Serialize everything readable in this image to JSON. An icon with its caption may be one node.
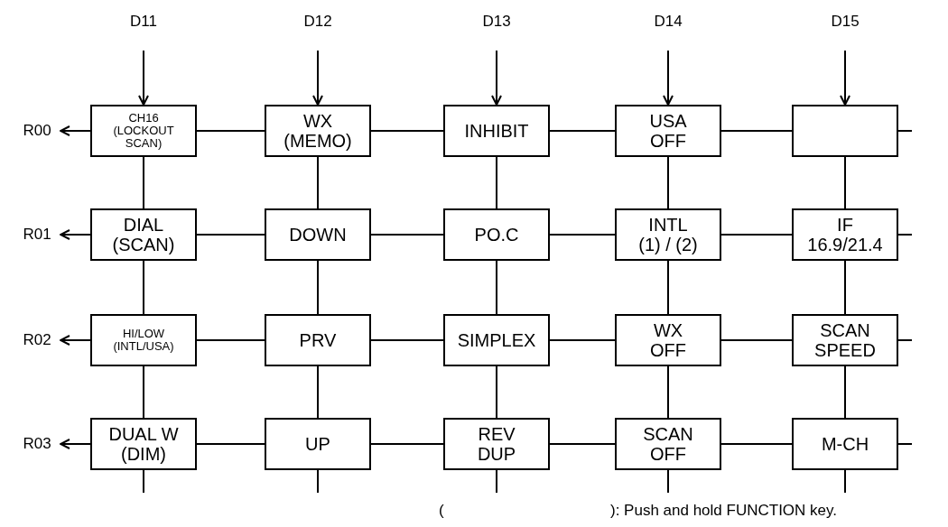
{
  "diagram": {
    "nodes": [
      {
        "text": [
          "D11"
        ]
      },
      {
        "text": [
          "D12"
        ]
      },
      {
        "text": [
          "D13"
        ]
      },
      {
        "text": [
          "D14"
        ]
      },
      {
        "text": [
          "D15"
        ]
      },
      {
        "text": [
          "R00"
        ]
      },
      {
        "text": [
          "R01"
        ]
      },
      {
        "text": [
          "R02"
        ]
      },
      {
        "text": [
          "R03"
        ]
      },
      {
        "text": [
          "CH16 (LOCKOUT SCAN)"
        ]
      },
      {
        "text": [
          "WX (MEMO)"
        ]
      },
      {
        "text": [
          "INHIBIT"
        ]
      },
      {
        "text": [
          "USA OFF"
        ]
      },
      {
        "text": [],
        "shape": "box"
      },
      {
        "text": [
          "DIAL (SCAN)"
        ]
      },
      {
        "text": [
          "DOWN"
        ]
      },
      {
        "text": [
          "PO.C"
        ]
      },
      {
        "text": [
          "INTL (1) / (2)"
        ]
      },
      {
        "text": [
          "IF 16.9/21.4"
        ]
      },
      {
        "text": [
          "HI/LOW (INTL/USA)"
        ]
      },
      {
        "text": [
          "PRV"
        ]
      },
      {
        "text": [
          "SIMPLEX"
        ]
      },
      {
        "text": [
          "WX OFF"
        ]
      },
      {
        "text": [
          "SCAN SPEED"
        ]
      },
      {
        "text": [
          "DUAL W (DIM)"
        ]
      },
      {
        "text": [
          "UP"
        ]
      },
      {
        "text": [
          "REV DUP"
        ]
      },
      {
        "text": [
          "SCAN OFF"
        ]
      },
      {
        "text": [
          "M-CH"
        ]
      }
    ],
    "edges": [
      {
        "from": 0,
        "to": 9,
        "arrow": "to"
      },
      {
        "from": 1,
        "to": 10,
        "arrow": "to"
      },
      {
        "from": 2,
        "to": 11,
        "arrow": "to"
      },
      {
        "from": 3,
        "to": 12,
        "arrow": "to"
      },
      {
        "from": 4,
        "to": 13,
        "arrow": "to"
      },
      {
        "from": 9,
        "to": 5,
        "arrow": "to"
      },
      {
        "from": 14,
        "to": 6,
        "arrow": "to"
      },
      {
        "from": 19,
        "to": 7,
        "arrow": "to"
      },
      {
        "from": 24,
        "to": 8,
        "arrow": "to"
      },
      {
        "from": 9,
        "to": 10,
        "arrow": "none"
      },
      {
        "from": 10,
        "to": 11,
        "arrow": "none"
      },
      {
        "from": 11,
        "to": 12,
        "arrow": "none"
      },
      {
        "from": 12,
        "to": 13,
        "arrow": "none"
      },
      {
        "from": 14,
        "to": 15,
        "arrow": "none"
      },
      {
        "from": 15,
        "to": 16,
        "arrow": "none"
      },
      {
        "from": 16,
        "to": 17,
        "arrow": "none"
      },
      {
        "from": 17,
        "to": 18,
        "arrow": "none"
      },
      {
        "from": 19,
        "to": 20,
        "arrow": "none"
      },
      {
        "from": 20,
        "to": 21,
        "arrow": "none"
      },
      {
        "from": 21,
        "to": 22,
        "arrow": "none"
      },
      {
        "from": 22,
        "to": 23,
        "arrow": "none"
      },
      {
        "from": 24,
        "to": 25,
        "arrow": "none"
      },
      {
        "from": 25,
        "to": 26,
        "arrow": "none"
      },
      {
        "from": 26,
        "to": 27,
        "arrow": "none"
      },
      {
        "from": 27,
        "to": 28,
        "arrow": "none"
      },
      {
        "from": 9,
        "to": 14,
        "arrow": "none"
      },
      {
        "from": 10,
        "to": 15,
        "arrow": "none"
      },
      {
        "from": 11,
        "to": 16,
        "arrow": "none"
      },
      {
        "from": 12,
        "to": 17,
        "arrow": "none"
      },
      {
        "from": 13,
        "to": 18,
        "arrow": "none"
      },
      {
        "from": 14,
        "to": 19,
        "arrow": "none"
      },
      {
        "from": 15,
        "to": 20,
        "arrow": "none"
      },
      {
        "from": 16,
        "to": 21,
        "arrow": "none"
      },
      {
        "from": 17,
        "to": 22,
        "arrow": "none"
      },
      {
        "from": 18,
        "to": 23,
        "arrow": "none"
      },
      {
        "from": 19,
        "to": 24,
        "arrow": "none"
      },
      {
        "from": 20,
        "to": 25,
        "arrow": "none"
      },
      {
        "from": 21,
        "to": 26,
        "arrow": "none"
      },
      {
        "from": 22,
        "to": 27,
        "arrow": "none"
      },
      {
        "from": 23,
        "to": 28,
        "arrow": "none"
      },
      {
        "from": 13,
        "to": null,
        "arrow": "none"
      },
      {
        "from": 18,
        "to": null,
        "arrow": "none"
      },
      {
        "from": 23,
        "to": null,
        "arrow": "none"
      },
      {
        "from": 28,
        "to": null,
        "arrow": "none"
      },
      {
        "from": 24,
        "to": null,
        "arrow": "none"
      },
      {
        "from": 25,
        "to": null,
        "arrow": "none"
      },
      {
        "from": 26,
        "to": null,
        "arrow": "none"
      },
      {
        "from": 27,
        "to": null,
        "arrow": "none"
      },
      {
        "from": 28,
        "to": null,
        "arrow": "none"
      }
    ],
    "labels": [
      "(",
      "): Push and hold FUNCTION key."
    ]
  }
}
